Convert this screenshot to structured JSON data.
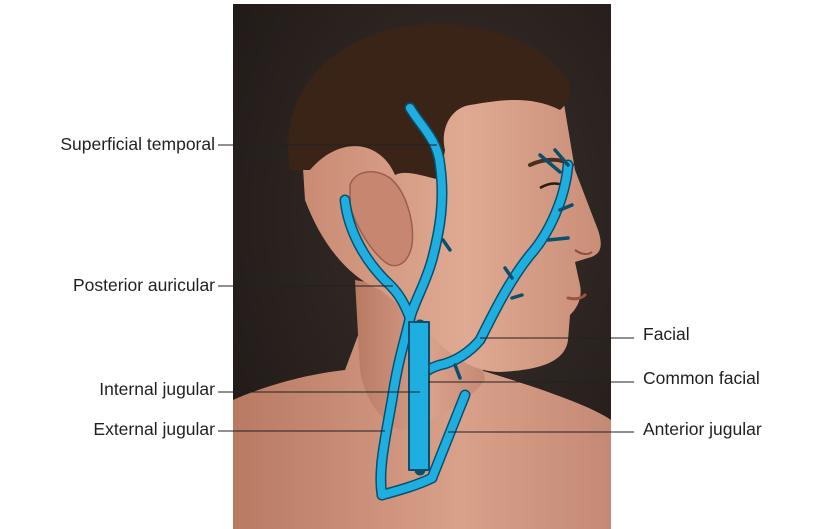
{
  "colors": {
    "background": "#ffffff",
    "photo_background": "#2a2320",
    "skin": "#d9a088",
    "hair": "#3a2418",
    "vein": "#1eaee0",
    "vein_outline": "#0b4f6c",
    "leader_line": "#231f20",
    "label_text": "#231f20"
  },
  "labels": {
    "superficial_temporal": "Superficial temporal",
    "posterior_auricular": "Posterior auricular",
    "internal_jugular": "Internal jugular",
    "external_jugular": "External jugular",
    "facial": "Facial",
    "common_facial": "Common facial",
    "anterior_jugular": "Anterior jugular"
  }
}
